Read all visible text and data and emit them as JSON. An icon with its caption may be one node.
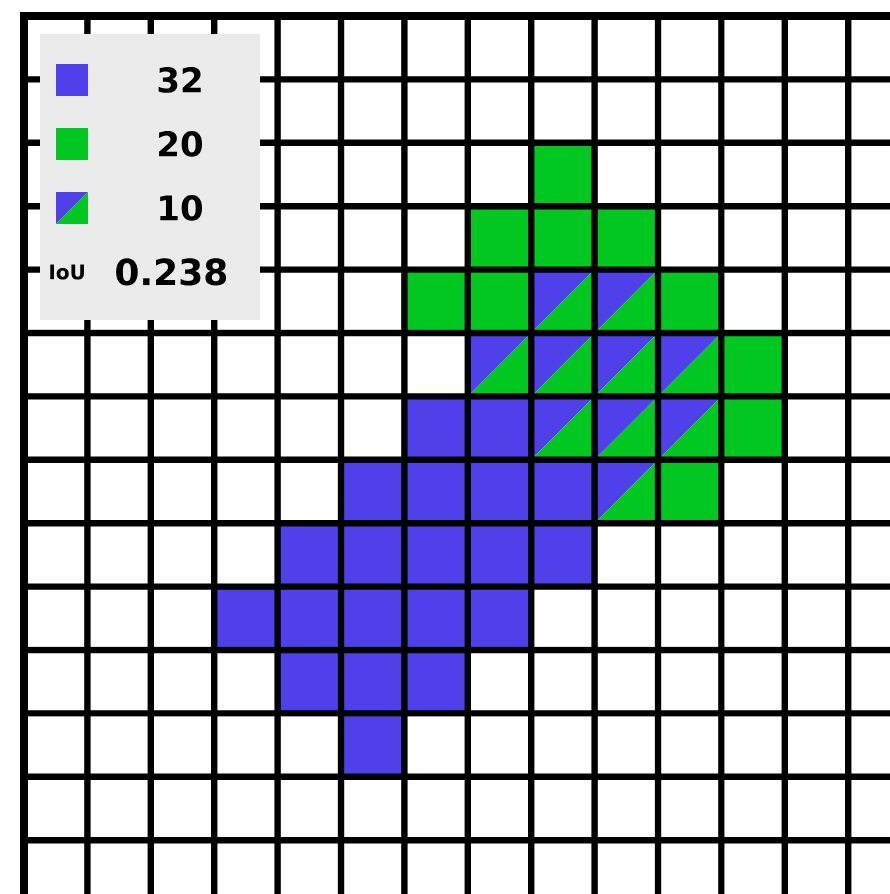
{
  "diagram": {
    "labels": [
      "IoU",
      "0.238"
    ],
    "legend": [
      {
        "text": "32",
        "color": "#4f40ea"
      },
      {
        "text": "20",
        "color": "#00c820"
      },
      {
        "text": "10"
      }
    ]
  }
}
